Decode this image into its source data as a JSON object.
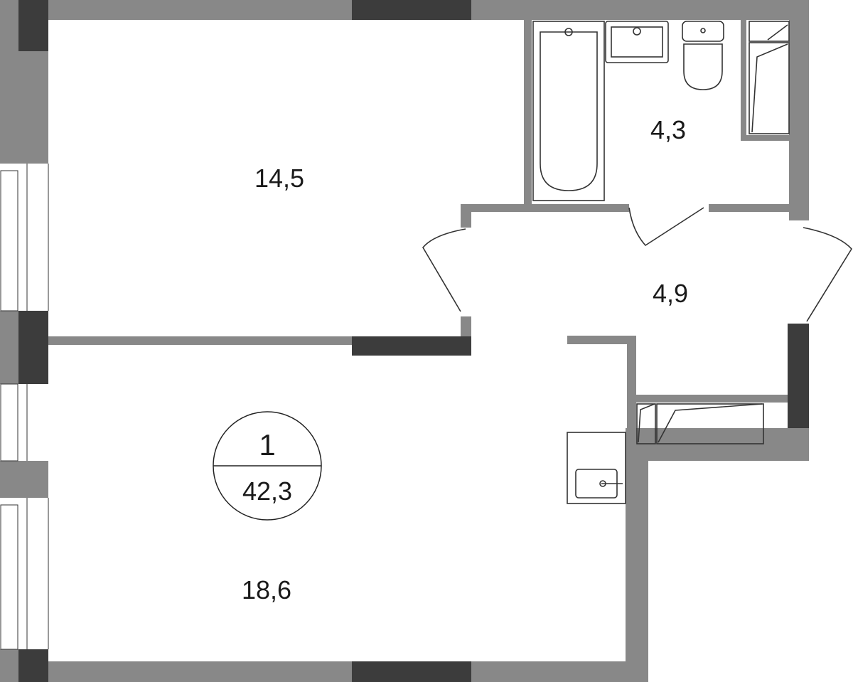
{
  "plan": {
    "rooms": [
      {
        "id": "room-bedroom",
        "area": "14,5"
      },
      {
        "id": "room-bathroom",
        "area": "4,3"
      },
      {
        "id": "room-hall",
        "area": "4,9"
      },
      {
        "id": "room-living",
        "area": "18,6"
      }
    ],
    "badge": {
      "rooms_count": "1",
      "total_area": "42,3"
    },
    "colors": {
      "wall": "#888888",
      "column": "#3c3c3c",
      "line": "#333333"
    }
  }
}
